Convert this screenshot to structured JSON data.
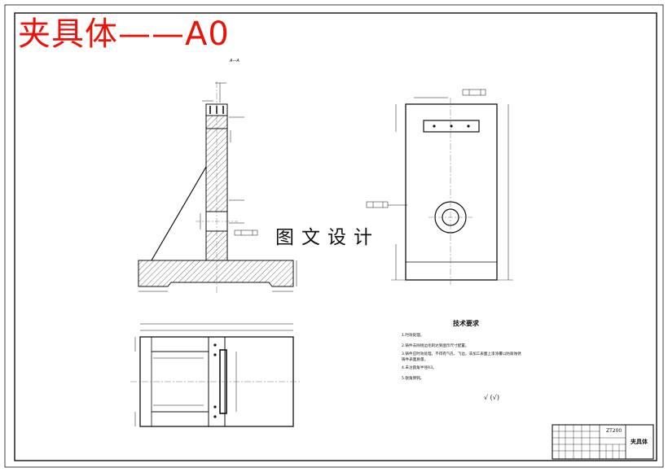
{
  "sheet": {
    "title": "夹具体——A0",
    "watermark": "图文设计"
  },
  "section_view": {
    "label": "A—A"
  },
  "technical_requirements": {
    "title": "技术要求",
    "items": [
      "1.时效处理。",
      "2.铸件去除锐边毛刺达到图示尺寸配置。",
      "3.铸件应时效处理，不得有气孔、飞边，非加工表面上漆涂覆以防腐蚀锈",
      "铸件表面质量。",
      "4.未注圆角半径R3。",
      "5.锐角倒钝。"
    ],
    "finish_symbol": "√ (√)"
  },
  "title_block": {
    "code": "ZT200",
    "part_name": "夹具体"
  },
  "colors": {
    "title_red": "#e8140c",
    "line": "#111111",
    "hatch": "#333333"
  }
}
